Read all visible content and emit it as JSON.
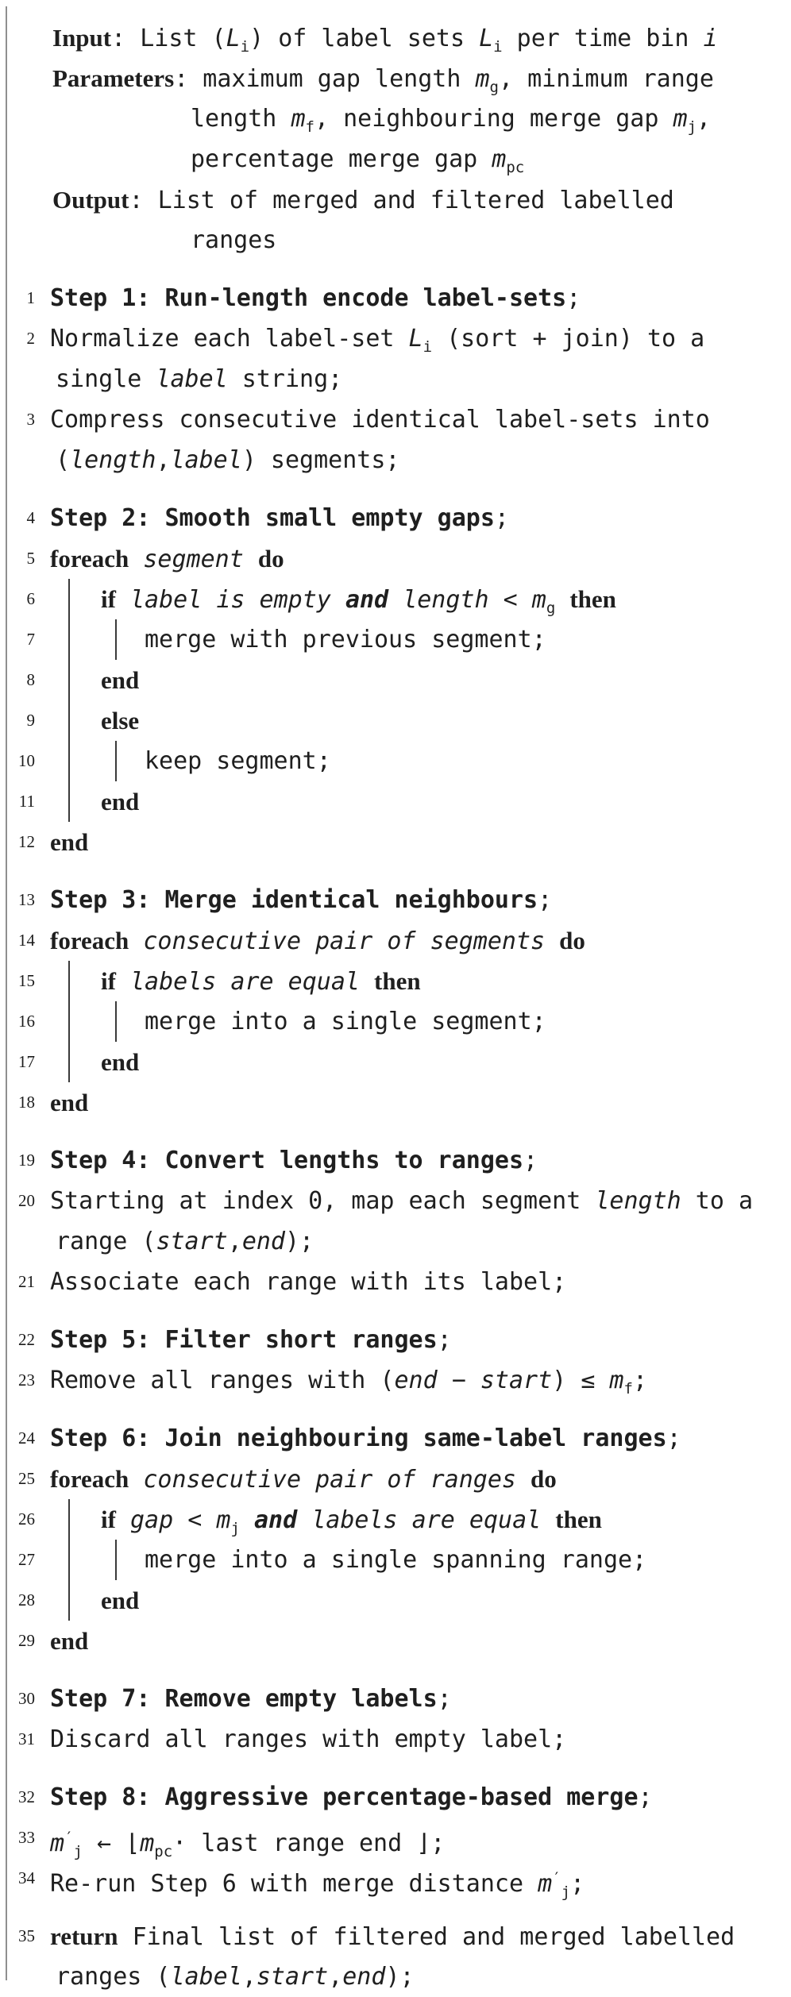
{
  "colors": {
    "text": "#1f1f1f",
    "indent_rule": "#3a3a3a",
    "page_border_left": "#8f8f8f",
    "background": "#ffffff"
  },
  "header": {
    "input_label": "Input",
    "parameters_label": "Parameters",
    "output_label": "Output"
  },
  "lines": [
    {
      "n": null,
      "ind": "h",
      "rules": [],
      "seg": [
        {
          "t": "Input",
          "s": "kw"
        },
        {
          "t": ": List (",
          "s": "tt"
        },
        {
          "t": "L",
          "s": "tti"
        },
        {
          "t": "i",
          "s": "sub"
        },
        {
          "t": ") of label sets ",
          "s": "tt"
        },
        {
          "t": "L",
          "s": "tti"
        },
        {
          "t": "i",
          "s": "sub"
        },
        {
          "t": " per time bin ",
          "s": "tt"
        },
        {
          "t": "i",
          "s": "tti"
        }
      ]
    },
    {
      "n": null,
      "ind": "h",
      "rules": [],
      "seg": [
        {
          "t": "Parameters",
          "s": "kw"
        },
        {
          "t": ": maximum gap length ",
          "s": "tt"
        },
        {
          "t": "m",
          "s": "tti"
        },
        {
          "t": "g",
          "s": "sub"
        },
        {
          "t": ", minimum range",
          "s": "tt"
        }
      ]
    },
    {
      "n": null,
      "ind": "hc",
      "rules": [],
      "seg": [
        {
          "t": "length ",
          "s": "tt"
        },
        {
          "t": "m",
          "s": "tti"
        },
        {
          "t": "f",
          "s": "sub"
        },
        {
          "t": ", neighbouring merge gap ",
          "s": "tt"
        },
        {
          "t": "m",
          "s": "tti"
        },
        {
          "t": "j",
          "s": "sub"
        },
        {
          "t": ",",
          "s": "tt"
        }
      ]
    },
    {
      "n": null,
      "ind": "hc",
      "rules": [],
      "seg": [
        {
          "t": "percentage merge gap ",
          "s": "tt"
        },
        {
          "t": "m",
          "s": "tti"
        },
        {
          "t": "pc",
          "s": "sub"
        }
      ]
    },
    {
      "n": null,
      "ind": "h",
      "rules": [],
      "seg": [
        {
          "t": "Output",
          "s": "kw"
        },
        {
          "t": ": List of merged and filtered labelled",
          "s": "tt"
        }
      ]
    },
    {
      "n": null,
      "ind": "hc",
      "rules": [],
      "seg": [
        {
          "t": "ranges",
          "s": "tt"
        }
      ]
    },
    {
      "n": "1",
      "ind": "0",
      "gap": true,
      "rules": [],
      "seg": [
        {
          "t": "Step 1: Run-length encode label-sets",
          "s": "ttb"
        },
        {
          "t": ";",
          "s": "tt"
        }
      ]
    },
    {
      "n": "2",
      "ind": "0",
      "rules": [],
      "seg": [
        {
          "t": "Normalize each label-set ",
          "s": "tt"
        },
        {
          "t": "L",
          "s": "tti"
        },
        {
          "t": "i",
          "s": "sub"
        },
        {
          "t": " (sort + join) to a",
          "s": "tt"
        }
      ]
    },
    {
      "n": null,
      "ind": "c0",
      "rules": [],
      "seg": [
        {
          "t": "single ",
          "s": "tt"
        },
        {
          "t": "label",
          "s": "tti"
        },
        {
          "t": " string;",
          "s": "tt"
        }
      ]
    },
    {
      "n": "3",
      "ind": "0",
      "rules": [],
      "seg": [
        {
          "t": "Compress consecutive identical label-sets into",
          "s": "tt"
        }
      ]
    },
    {
      "n": null,
      "ind": "c0",
      "rules": [],
      "seg": [
        {
          "t": "(",
          "s": "tt"
        },
        {
          "t": "length",
          "s": "tti"
        },
        {
          "t": ",",
          "s": "tt"
        },
        {
          "t": "label",
          "s": "tti"
        },
        {
          "t": ") segments;",
          "s": "tt"
        }
      ]
    },
    {
      "n": "4",
      "ind": "0",
      "gap": true,
      "rules": [],
      "seg": [
        {
          "t": "Step 2: Smooth small empty gaps",
          "s": "ttb"
        },
        {
          "t": ";",
          "s": "tt"
        }
      ]
    },
    {
      "n": "5",
      "ind": "0",
      "rules": [],
      "seg": [
        {
          "t": "foreach",
          "s": "kw"
        },
        {
          "t": " ",
          "s": "tt"
        },
        {
          "t": "segment",
          "s": "tti"
        },
        {
          "t": " ",
          "s": "tt"
        },
        {
          "t": "do",
          "s": "kw"
        }
      ]
    },
    {
      "n": "6",
      "ind": "1",
      "rules": [
        1
      ],
      "seg": [
        {
          "t": "if",
          "s": "kw"
        },
        {
          "t": " ",
          "s": "tt"
        },
        {
          "t": "label is empty",
          "s": "tti"
        },
        {
          "t": " ",
          "s": "tt"
        },
        {
          "t": "and",
          "s": "ttbi"
        },
        {
          "t": " ",
          "s": "tt"
        },
        {
          "t": "length",
          "s": "tti"
        },
        {
          "t": " < ",
          "s": "tt"
        },
        {
          "t": "m",
          "s": "tti"
        },
        {
          "t": "g",
          "s": "sub"
        },
        {
          "t": " ",
          "s": "tt"
        },
        {
          "t": "then",
          "s": "kw"
        }
      ]
    },
    {
      "n": "7",
      "ind": "2",
      "rules": [
        1,
        2
      ],
      "seg": [
        {
          "t": "merge with previous segment;",
          "s": "tt"
        }
      ]
    },
    {
      "n": "8",
      "ind": "1",
      "rules": [
        1
      ],
      "seg": [
        {
          "t": "end",
          "s": "kw"
        }
      ]
    },
    {
      "n": "9",
      "ind": "1",
      "rules": [
        1
      ],
      "seg": [
        {
          "t": "else",
          "s": "kw"
        }
      ]
    },
    {
      "n": "10",
      "ind": "2",
      "rules": [
        1,
        2
      ],
      "seg": [
        {
          "t": "keep segment;",
          "s": "tt"
        }
      ]
    },
    {
      "n": "11",
      "ind": "1",
      "rules": [
        1
      ],
      "seg": [
        {
          "t": "end",
          "s": "kw"
        }
      ]
    },
    {
      "n": "12",
      "ind": "0",
      "rules": [],
      "seg": [
        {
          "t": "end",
          "s": "kw"
        }
      ]
    },
    {
      "n": "13",
      "ind": "0",
      "gap": true,
      "rules": [],
      "seg": [
        {
          "t": "Step 3: Merge identical neighbours",
          "s": "ttb"
        },
        {
          "t": ";",
          "s": "tt"
        }
      ]
    },
    {
      "n": "14",
      "ind": "0",
      "rules": [],
      "seg": [
        {
          "t": "foreach",
          "s": "kw"
        },
        {
          "t": " ",
          "s": "tt"
        },
        {
          "t": "consecutive pair of segments",
          "s": "tti"
        },
        {
          "t": " ",
          "s": "tt"
        },
        {
          "t": "do",
          "s": "kw"
        }
      ]
    },
    {
      "n": "15",
      "ind": "1",
      "rules": [
        1
      ],
      "seg": [
        {
          "t": "if",
          "s": "kw"
        },
        {
          "t": " ",
          "s": "tt"
        },
        {
          "t": "labels are equal",
          "s": "tti"
        },
        {
          "t": " ",
          "s": "tt"
        },
        {
          "t": "then",
          "s": "kw"
        }
      ]
    },
    {
      "n": "16",
      "ind": "2",
      "rules": [
        1,
        2
      ],
      "seg": [
        {
          "t": "merge into a single segment;",
          "s": "tt"
        }
      ]
    },
    {
      "n": "17",
      "ind": "1",
      "rules": [
        1
      ],
      "seg": [
        {
          "t": "end",
          "s": "kw"
        }
      ]
    },
    {
      "n": "18",
      "ind": "0",
      "rules": [],
      "seg": [
        {
          "t": "end",
          "s": "kw"
        }
      ]
    },
    {
      "n": "19",
      "ind": "0",
      "gap": true,
      "rules": [],
      "seg": [
        {
          "t": "Step 4: Convert lengths to ranges",
          "s": "ttb"
        },
        {
          "t": ";",
          "s": "tt"
        }
      ]
    },
    {
      "n": "20",
      "ind": "0",
      "rules": [],
      "seg": [
        {
          "t": "Starting at index 0, map each segment ",
          "s": "tt"
        },
        {
          "t": "length",
          "s": "tti"
        },
        {
          "t": " to a",
          "s": "tt"
        }
      ]
    },
    {
      "n": null,
      "ind": "c0",
      "rules": [],
      "seg": [
        {
          "t": "range (",
          "s": "tt"
        },
        {
          "t": "start",
          "s": "tti"
        },
        {
          "t": ",",
          "s": "tt"
        },
        {
          "t": "end",
          "s": "tti"
        },
        {
          "t": ");",
          "s": "tt"
        }
      ]
    },
    {
      "n": "21",
      "ind": "0",
      "rules": [],
      "seg": [
        {
          "t": "Associate each range with its label;",
          "s": "tt"
        }
      ]
    },
    {
      "n": "22",
      "ind": "0",
      "gap": true,
      "rules": [],
      "seg": [
        {
          "t": "Step 5: Filter short ranges",
          "s": "ttb"
        },
        {
          "t": ";",
          "s": "tt"
        }
      ]
    },
    {
      "n": "23",
      "ind": "0",
      "rules": [],
      "seg": [
        {
          "t": "Remove all ranges with (",
          "s": "tt"
        },
        {
          "t": "end",
          "s": "tti"
        },
        {
          "t": " − ",
          "s": "tt"
        },
        {
          "t": "start",
          "s": "tti"
        },
        {
          "t": ") ≤ ",
          "s": "tt"
        },
        {
          "t": "m",
          "s": "tti"
        },
        {
          "t": "f",
          "s": "sub"
        },
        {
          "t": ";",
          "s": "tt"
        }
      ]
    },
    {
      "n": "24",
      "ind": "0",
      "gap": true,
      "rules": [],
      "seg": [
        {
          "t": "Step 6: Join neighbouring same-label ranges",
          "s": "ttb"
        },
        {
          "t": ";",
          "s": "tt"
        }
      ]
    },
    {
      "n": "25",
      "ind": "0",
      "rules": [],
      "seg": [
        {
          "t": "foreach",
          "s": "kw"
        },
        {
          "t": " ",
          "s": "tt"
        },
        {
          "t": "consecutive pair of ranges",
          "s": "tti"
        },
        {
          "t": " ",
          "s": "tt"
        },
        {
          "t": "do",
          "s": "kw"
        }
      ]
    },
    {
      "n": "26",
      "ind": "1",
      "rules": [
        1
      ],
      "seg": [
        {
          "t": "if",
          "s": "kw"
        },
        {
          "t": " ",
          "s": "tt"
        },
        {
          "t": "gap",
          "s": "tti"
        },
        {
          "t": " < ",
          "s": "tt"
        },
        {
          "t": "m",
          "s": "tti"
        },
        {
          "t": "j",
          "s": "sub"
        },
        {
          "t": " ",
          "s": "tt"
        },
        {
          "t": "and",
          "s": "ttbi"
        },
        {
          "t": " ",
          "s": "tt"
        },
        {
          "t": "labels are equal",
          "s": "tti"
        },
        {
          "t": " ",
          "s": "tt"
        },
        {
          "t": "then",
          "s": "kw"
        }
      ]
    },
    {
      "n": "27",
      "ind": "2",
      "rules": [
        1,
        2
      ],
      "seg": [
        {
          "t": "merge into a single spanning range;",
          "s": "tt"
        }
      ]
    },
    {
      "n": "28",
      "ind": "1",
      "rules": [
        1
      ],
      "seg": [
        {
          "t": "end",
          "s": "kw"
        }
      ]
    },
    {
      "n": "29",
      "ind": "0",
      "rules": [],
      "seg": [
        {
          "t": "end",
          "s": "kw"
        }
      ]
    },
    {
      "n": "30",
      "ind": "0",
      "gap": true,
      "rules": [],
      "seg": [
        {
          "t": "Step 7: Remove empty labels",
          "s": "ttb"
        },
        {
          "t": ";",
          "s": "tt"
        }
      ]
    },
    {
      "n": "31",
      "ind": "0",
      "rules": [],
      "seg": [
        {
          "t": "Discard all ranges with empty label;",
          "s": "tt"
        }
      ]
    },
    {
      "n": "32",
      "ind": "0",
      "gap": true,
      "rules": [],
      "seg": [
        {
          "t": "Step 8: Aggressive percentage-based merge",
          "s": "ttb"
        },
        {
          "t": ";",
          "s": "tt"
        }
      ]
    },
    {
      "n": "33",
      "ind": "0",
      "rules": [],
      "seg": [
        {
          "t": "m",
          "s": "tti"
        },
        {
          "t": "′",
          "s": "sup"
        },
        {
          "t": "j",
          "s": "sub"
        },
        {
          "t": " ← ⌊",
          "s": "tt"
        },
        {
          "t": "m",
          "s": "tti"
        },
        {
          "t": "pc",
          "s": "sub"
        },
        {
          "t": "· last range end ⌋;",
          "s": "tt"
        }
      ]
    },
    {
      "n": "34",
      "ind": "0",
      "rules": [],
      "seg": [
        {
          "t": "Re-run Step 6 with merge distance ",
          "s": "tt"
        },
        {
          "t": "m",
          "s": "tti"
        },
        {
          "t": "′",
          "s": "sup"
        },
        {
          "t": "j",
          "s": "sub"
        },
        {
          "t": ";",
          "s": "tt"
        }
      ]
    },
    {
      "n": "35",
      "ind": "0",
      "gap": true,
      "rules": [],
      "seg": [
        {
          "t": "return",
          "s": "kw"
        },
        {
          "t": " Final list of filtered and merged labelled",
          "s": "tt"
        }
      ]
    },
    {
      "n": null,
      "ind": "c0",
      "rules": [],
      "seg": [
        {
          "t": "ranges (",
          "s": "tt"
        },
        {
          "t": "label",
          "s": "tti"
        },
        {
          "t": ",",
          "s": "tt"
        },
        {
          "t": "start",
          "s": "tti"
        },
        {
          "t": ",",
          "s": "tt"
        },
        {
          "t": "end",
          "s": "tti"
        },
        {
          "t": ");",
          "s": "tt"
        }
      ]
    }
  ]
}
